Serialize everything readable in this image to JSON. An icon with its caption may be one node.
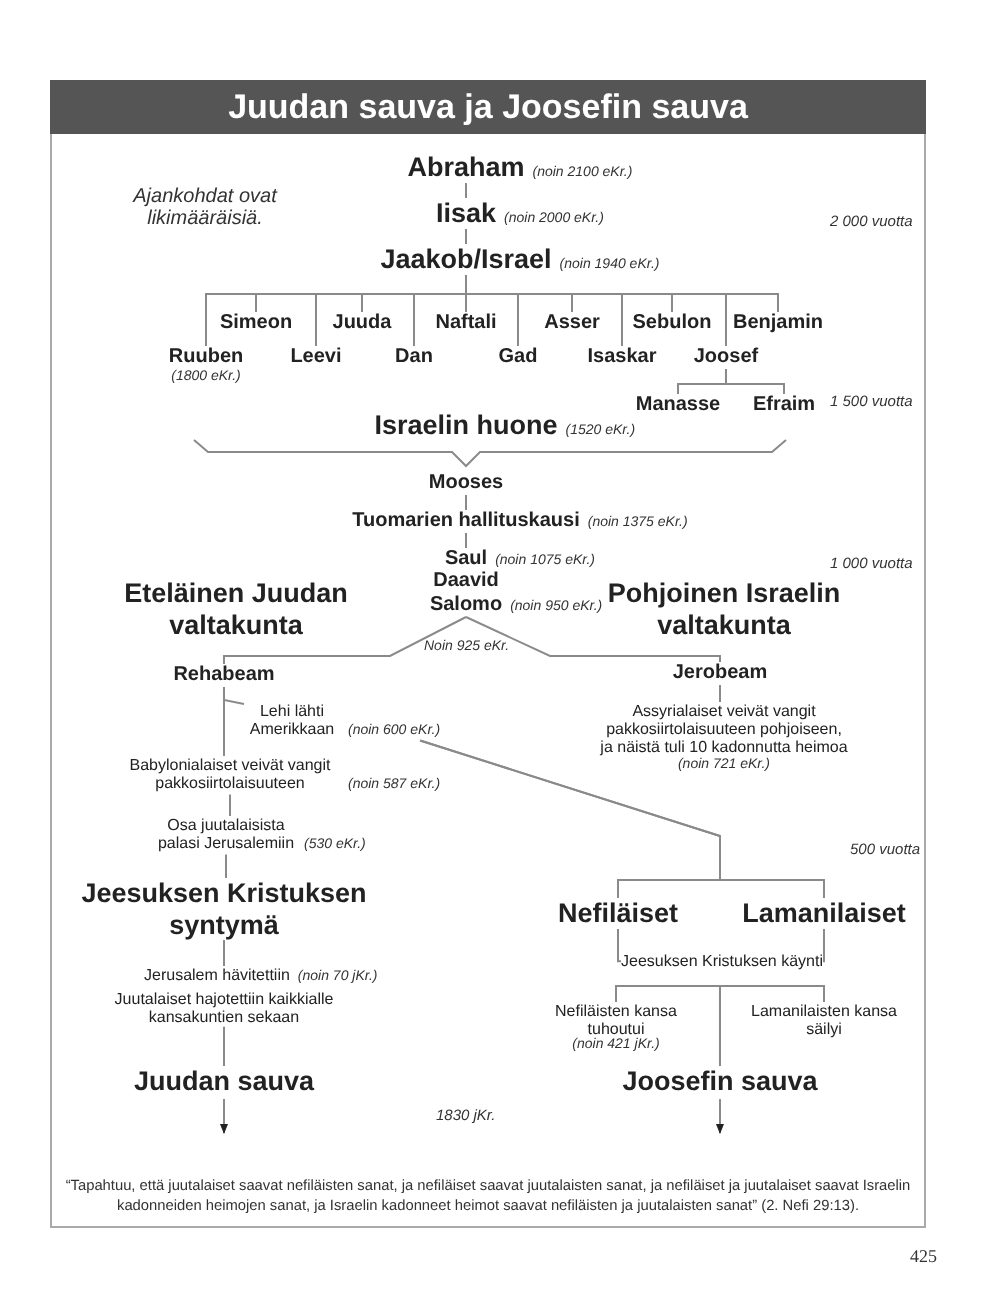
{
  "diagram": {
    "title": "Juudan sauva ja Joosefin sauva",
    "nodes": [
      {
        "text": [
          "Abraham"
        ],
        "beside": [
          "(noin 2100 eKr.)"
        ]
      },
      {
        "text": [
          "Iisak"
        ],
        "beside": [
          "(noin 2000 eKr.)"
        ]
      },
      {
        "text": [
          "Jaakob/Israel"
        ],
        "beside": [
          "(noin 1940 eKr.)"
        ]
      },
      {
        "text": [
          "Ruuben"
        ],
        "beside": [
          "(1800 eKr.)"
        ]
      },
      {
        "text": [
          "Simeon"
        ]
      },
      {
        "text": [
          "Leevi"
        ]
      },
      {
        "text": [
          "Juuda"
        ]
      },
      {
        "text": [
          "Dan"
        ]
      },
      {
        "text": [
          "Naftali"
        ]
      },
      {
        "text": [
          "Gad"
        ]
      },
      {
        "text": [
          "Asser"
        ]
      },
      {
        "text": [
          "Isaskar"
        ]
      },
      {
        "text": [
          "Sebulon"
        ]
      },
      {
        "text": [
          "Joosef"
        ]
      },
      {
        "text": [
          "Benjamin"
        ]
      },
      {
        "text": [
          "Manasse"
        ]
      },
      {
        "text": [
          "Efraim"
        ]
      },
      {
        "text": [
          "Israelin huone"
        ],
        "beside": [
          "(1520 eKr.)"
        ]
      },
      {
        "text": [
          "Mooses"
        ]
      },
      {
        "text": [
          "Tuomarien hallituskausi"
        ],
        "beside": [
          "(noin 1375 eKr.)"
        ]
      },
      {
        "text": [
          "Saul"
        ],
        "beside": [
          "(noin 1075 eKr.)"
        ]
      },
      {
        "text": [
          "Daavid"
        ]
      },
      {
        "text": [
          "Salomo"
        ],
        "beside": [
          "(noin 950 eKr.)"
        ]
      },
      {
        "text": [
          "Eteläinen Juudan valtakunta"
        ]
      },
      {
        "text": [
          "Pohjoinen Israelin valtakunta"
        ]
      },
      {
        "text": [
          "Rehabeam"
        ]
      },
      {
        "text": [
          "Jerobeam"
        ]
      },
      {
        "text": [
          "Lehi lähti Amerikkaan"
        ],
        "beside": [
          "(noin 600 eKr.)"
        ]
      },
      {
        "text": [
          "Babylonialaiset veivät vangit pakkosiirtolaisuuteen"
        ],
        "beside": [
          "(noin 587 eKr.)"
        ]
      },
      {
        "text": [
          "Osa juutalaisista palasi Jerusalemiin"
        ],
        "beside": [
          "(530 eKr.)"
        ]
      },
      {
        "text": [
          "Jeesuksen Kristuksen syntymä"
        ]
      },
      {
        "text": [
          "Jerusalem hävitettiin"
        ],
        "beside": [
          "(noin 70 jKr.)"
        ]
      },
      {
        "text": [
          "Juutalaiset hajotettiin kaikkialle kansakuntien sekaan"
        ]
      },
      {
        "text": [
          "Juudan sauva"
        ]
      },
      {
        "text": [
          "Assyrialaiset veivät vangit pakkosiirtolaisuuteen pohjoiseen, ja näistä tuli 10 kadonnutta heimoa"
        ],
        "beside": [
          "(noin 721 eKr.)"
        ]
      },
      {
        "text": [
          "Nefiläiset"
        ]
      },
      {
        "text": [
          "Lamanilaiset"
        ]
      },
      {
        "text": [
          "Jeesuksen Kristuksen käynti"
        ]
      },
      {
        "text": [
          "Nefiläisten kansa tuhoutui"
        ],
        "beside": [
          "(noin 421 jKr.)"
        ]
      },
      {
        "text": [
          "Lamanilaisten kansa säilyi"
        ]
      },
      {
        "text": [
          "Joosefin sauva"
        ]
      }
    ],
    "edges": [
      {
        "from": 0,
        "to": 1,
        "arrow": "none"
      },
      {
        "from": 1,
        "to": 2,
        "arrow": "none"
      },
      {
        "from": 2,
        "to": 3,
        "arrow": "none"
      },
      {
        "from": 2,
        "to": 4,
        "arrow": "none"
      },
      {
        "from": 2,
        "to": 5,
        "arrow": "none"
      },
      {
        "from": 2,
        "to": 6,
        "arrow": "none"
      },
      {
        "from": 2,
        "to": 7,
        "arrow": "none"
      },
      {
        "from": 2,
        "to": 8,
        "arrow": "none"
      },
      {
        "from": 2,
        "to": 9,
        "arrow": "none"
      },
      {
        "from": 2,
        "to": 10,
        "arrow": "none"
      },
      {
        "from": 2,
        "to": 11,
        "arrow": "none"
      },
      {
        "from": 2,
        "to": 12,
        "arrow": "none"
      },
      {
        "from": 2,
        "to": 13,
        "arrow": "none"
      },
      {
        "from": 2,
        "to": 14,
        "arrow": "none"
      },
      {
        "from": 13,
        "to": 15,
        "arrow": "none"
      },
      {
        "from": 13,
        "to": 16,
        "arrow": "none"
      },
      {
        "from": 18,
        "to": 19,
        "arrow": "none"
      },
      {
        "from": 19,
        "to": 20,
        "arrow": "none"
      },
      {
        "from": 22,
        "to": 25,
        "arrow": "none"
      },
      {
        "from": 22,
        "to": 26,
        "arrow": "none"
      },
      {
        "from": 25,
        "to": 27,
        "arrow": "none"
      },
      {
        "from": 25,
        "to": 28,
        "arrow": "none"
      },
      {
        "from": 28,
        "to": 29,
        "arrow": "none"
      },
      {
        "from": 29,
        "to": 30,
        "arrow": "none"
      },
      {
        "from": 30,
        "to": 31,
        "arrow": "none"
      },
      {
        "from": 32,
        "to": 33,
        "arrow": "none"
      },
      {
        "from": 33,
        "to": null,
        "arrow": "to"
      },
      {
        "from": 27,
        "to": 35,
        "arrow": "none"
      },
      {
        "from": 27,
        "to": 36,
        "arrow": "none"
      },
      {
        "from": 26,
        "to": 34,
        "arrow": "none"
      },
      {
        "from": 35,
        "to": 37,
        "arrow": "none"
      },
      {
        "from": 36,
        "to": 37,
        "arrow": "none"
      },
      {
        "from": 38,
        "to": 40,
        "arrow": "none"
      },
      {
        "from": 39,
        "to": 40,
        "arrow": "none"
      },
      {
        "from": 40,
        "to": null,
        "arrow": "to"
      }
    ],
    "labels": [
      "Ajankohdat ovat likimääräisiä.",
      "2 000 vuotta",
      "1 500 vuotta",
      "1 000 vuotta",
      "Noin 925 eKr.",
      "500 vuotta",
      "1830 jKr.",
      "“Tapahtuu, että juutalaiset saavat nefiläisten sanat, ja nefiläiset saavat juutalaisten sanat, ja nefiläiset ja juutalaiset saavat Israelin kadonneiden heimojen sanat, ja Israelin kadonneet heimot saavat nefiläisten ja juutalaisten sanat” (2. Nefi 29:13).",
      "425"
    ]
  }
}
